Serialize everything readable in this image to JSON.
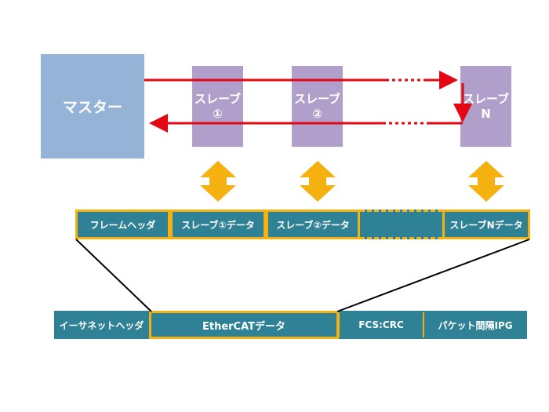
{
  "master": {
    "label": "マスター"
  },
  "slaves": [
    {
      "line1": "スレーブ",
      "line2": "①"
    },
    {
      "line1": "スレーブ",
      "line2": "②"
    },
    {
      "line1": "スレーブ",
      "line2": "N"
    }
  ],
  "frame": {
    "header": "フレームヘッダ",
    "slave1_data": "スレーブ①データ",
    "slave2_data": "スレーブ②データ",
    "slaveN_data": "スレーブNデータ"
  },
  "ethernet": {
    "header": "イーサネットヘッダ",
    "ethercat_data": "EtherCATデータ",
    "fcs": "FCS:CRC",
    "ipg": "パケット間隔IPG"
  },
  "colors": {
    "arrow": "#e30613",
    "double_arrow": "#f5b10f",
    "frame_fill": "#2f8196",
    "frame_border": "#f5b10f",
    "master_fill": "#94b3d6",
    "slave_fill": "#b19fcb"
  }
}
